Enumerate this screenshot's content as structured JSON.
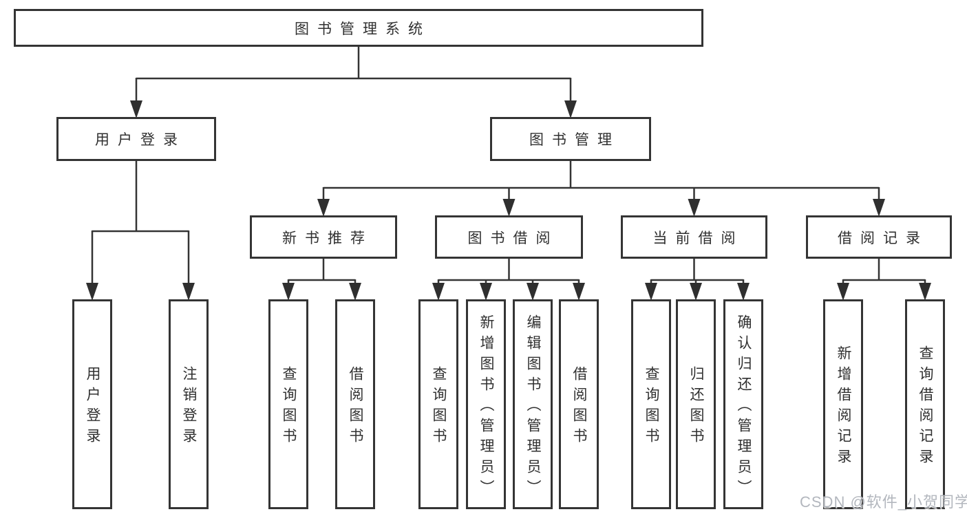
{
  "diagram_title": "图书管理系统",
  "watermark": "CSDN @软件_小贺同学",
  "colors": {
    "line": "#343434",
    "text": "#303030",
    "box_background": "#ffffff",
    "watermark": "#b3b7be"
  },
  "nodes": [
    {
      "id": "root",
      "label": "图书管理系统",
      "level": 0,
      "orientation": "horizontal"
    },
    {
      "id": "user-login",
      "label": "用户登录",
      "level": 1,
      "orientation": "horizontal"
    },
    {
      "id": "book-mgmt",
      "label": "图书管理",
      "level": 1,
      "orientation": "horizontal"
    },
    {
      "id": "login",
      "label": "用户登录",
      "level": 3,
      "orientation": "vertical"
    },
    {
      "id": "logout",
      "label": "注销登录",
      "level": 3,
      "orientation": "vertical"
    },
    {
      "id": "new-book-rec",
      "label": "新书推荐",
      "level": 2,
      "orientation": "horizontal"
    },
    {
      "id": "book-borrow",
      "label": "图书借阅",
      "level": 2,
      "orientation": "horizontal"
    },
    {
      "id": "current-borrow",
      "label": "当前借阅",
      "level": 2,
      "orientation": "horizontal"
    },
    {
      "id": "borrow-records",
      "label": "借阅记录",
      "level": 2,
      "orientation": "horizontal"
    },
    {
      "id": "nb-query",
      "label": "查询图书",
      "level": 3,
      "orientation": "vertical"
    },
    {
      "id": "nb-borrow",
      "label": "借阅图书",
      "level": 3,
      "orientation": "vertical"
    },
    {
      "id": "bb-query",
      "label": "查询图书",
      "level": 3,
      "orientation": "vertical"
    },
    {
      "id": "bb-add",
      "label": "新增图书（管理员）",
      "level": 3,
      "orientation": "vertical"
    },
    {
      "id": "bb-edit",
      "label": "编辑图书（管理员）",
      "level": 3,
      "orientation": "vertical"
    },
    {
      "id": "bb-borrow",
      "label": "借阅图书",
      "level": 3,
      "orientation": "vertical"
    },
    {
      "id": "cb-query",
      "label": "查询图书",
      "level": 3,
      "orientation": "vertical"
    },
    {
      "id": "cb-return",
      "label": "归还图书",
      "level": 3,
      "orientation": "vertical"
    },
    {
      "id": "cb-confirm",
      "label": "确认归还（管理员）",
      "level": 3,
      "orientation": "vertical"
    },
    {
      "id": "br-add",
      "label": "新增借阅记录",
      "level": 3,
      "orientation": "vertical"
    },
    {
      "id": "br-query",
      "label": "查询借阅记录",
      "level": 3,
      "orientation": "vertical"
    }
  ],
  "edges": [
    {
      "from": "root",
      "to": [
        "user-login",
        "book-mgmt"
      ]
    },
    {
      "from": "user-login",
      "to": [
        "login",
        "logout"
      ]
    },
    {
      "from": "book-mgmt",
      "to": [
        "new-book-rec",
        "book-borrow",
        "current-borrow",
        "borrow-records"
      ]
    },
    {
      "from": "new-book-rec",
      "to": [
        "nb-query",
        "nb-borrow"
      ]
    },
    {
      "from": "book-borrow",
      "to": [
        "bb-query",
        "bb-add",
        "bb-edit",
        "bb-borrow"
      ]
    },
    {
      "from": "current-borrow",
      "to": [
        "cb-query",
        "cb-return",
        "cb-confirm"
      ]
    },
    {
      "from": "borrow-records",
      "to": [
        "br-add",
        "br-query"
      ]
    }
  ]
}
